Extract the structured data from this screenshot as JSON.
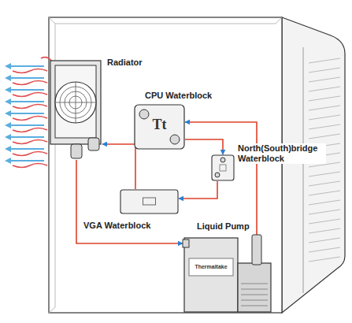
{
  "diagram": {
    "nodes": [
      {
        "text": [
          "Radiator"
        ]
      },
      {
        "text": [
          "CPU Waterblock",
          "Tt"
        ]
      },
      {
        "text": [
          "North(South)bridge Waterblock"
        ]
      },
      {
        "text": [
          "VGA Waterblock"
        ]
      },
      {
        "text": [
          "Liquid Pump",
          "Thermaltake"
        ]
      }
    ],
    "edges": [
      {
        "from": 4,
        "to": 1,
        "arrow": "to"
      },
      {
        "from": 1,
        "to": 2,
        "arrow": "to"
      },
      {
        "from": 2,
        "to": 3,
        "arrow": "to"
      },
      {
        "from": 3,
        "to": 0,
        "arrow": "to"
      },
      {
        "from": 0,
        "to": 4,
        "arrow": "to"
      }
    ]
  }
}
